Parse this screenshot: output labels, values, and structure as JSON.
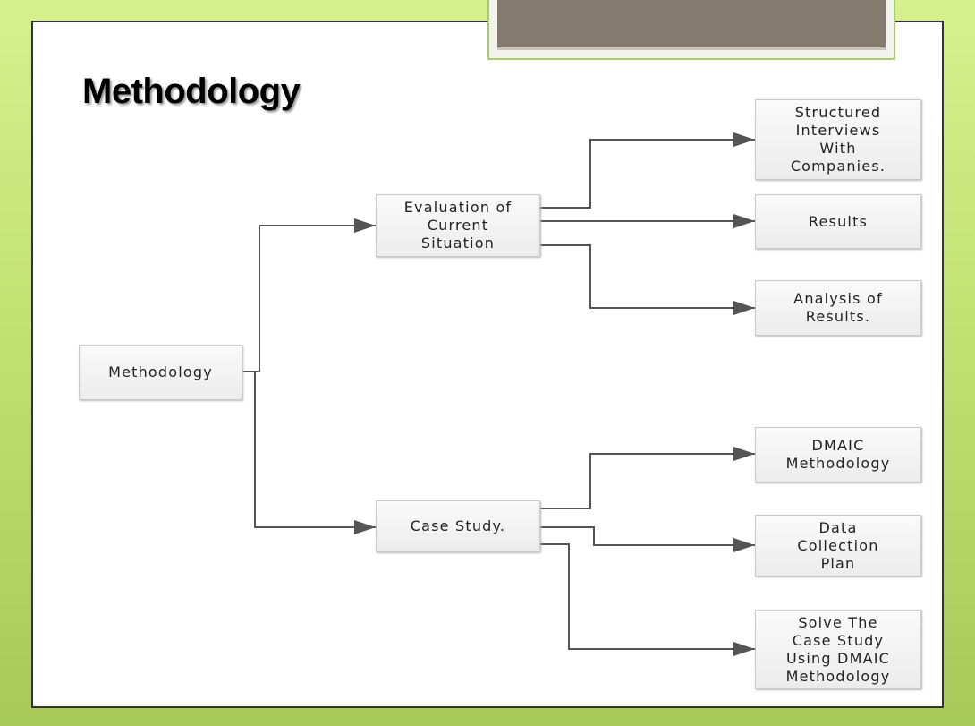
{
  "slide": {
    "title": "Methodology"
  },
  "diagram": {
    "root": "Methodology",
    "branches": [
      {
        "label": "Evaluation of\nCurrent\nSituation",
        "children": [
          "Structured\nInterviews\nWith\nCompanies.",
          "Results",
          "Analysis of\nResults."
        ]
      },
      {
        "label": "Case Study.",
        "children": [
          "DMAIC\nMethodology",
          "Data\nCollection\nPlan",
          "Solve The\nCase Study\nUsing DMAIC\nMethodology"
        ]
      }
    ]
  },
  "colors": {
    "background": "#c4e474",
    "tab": "#857a6e",
    "line": "#555555"
  }
}
